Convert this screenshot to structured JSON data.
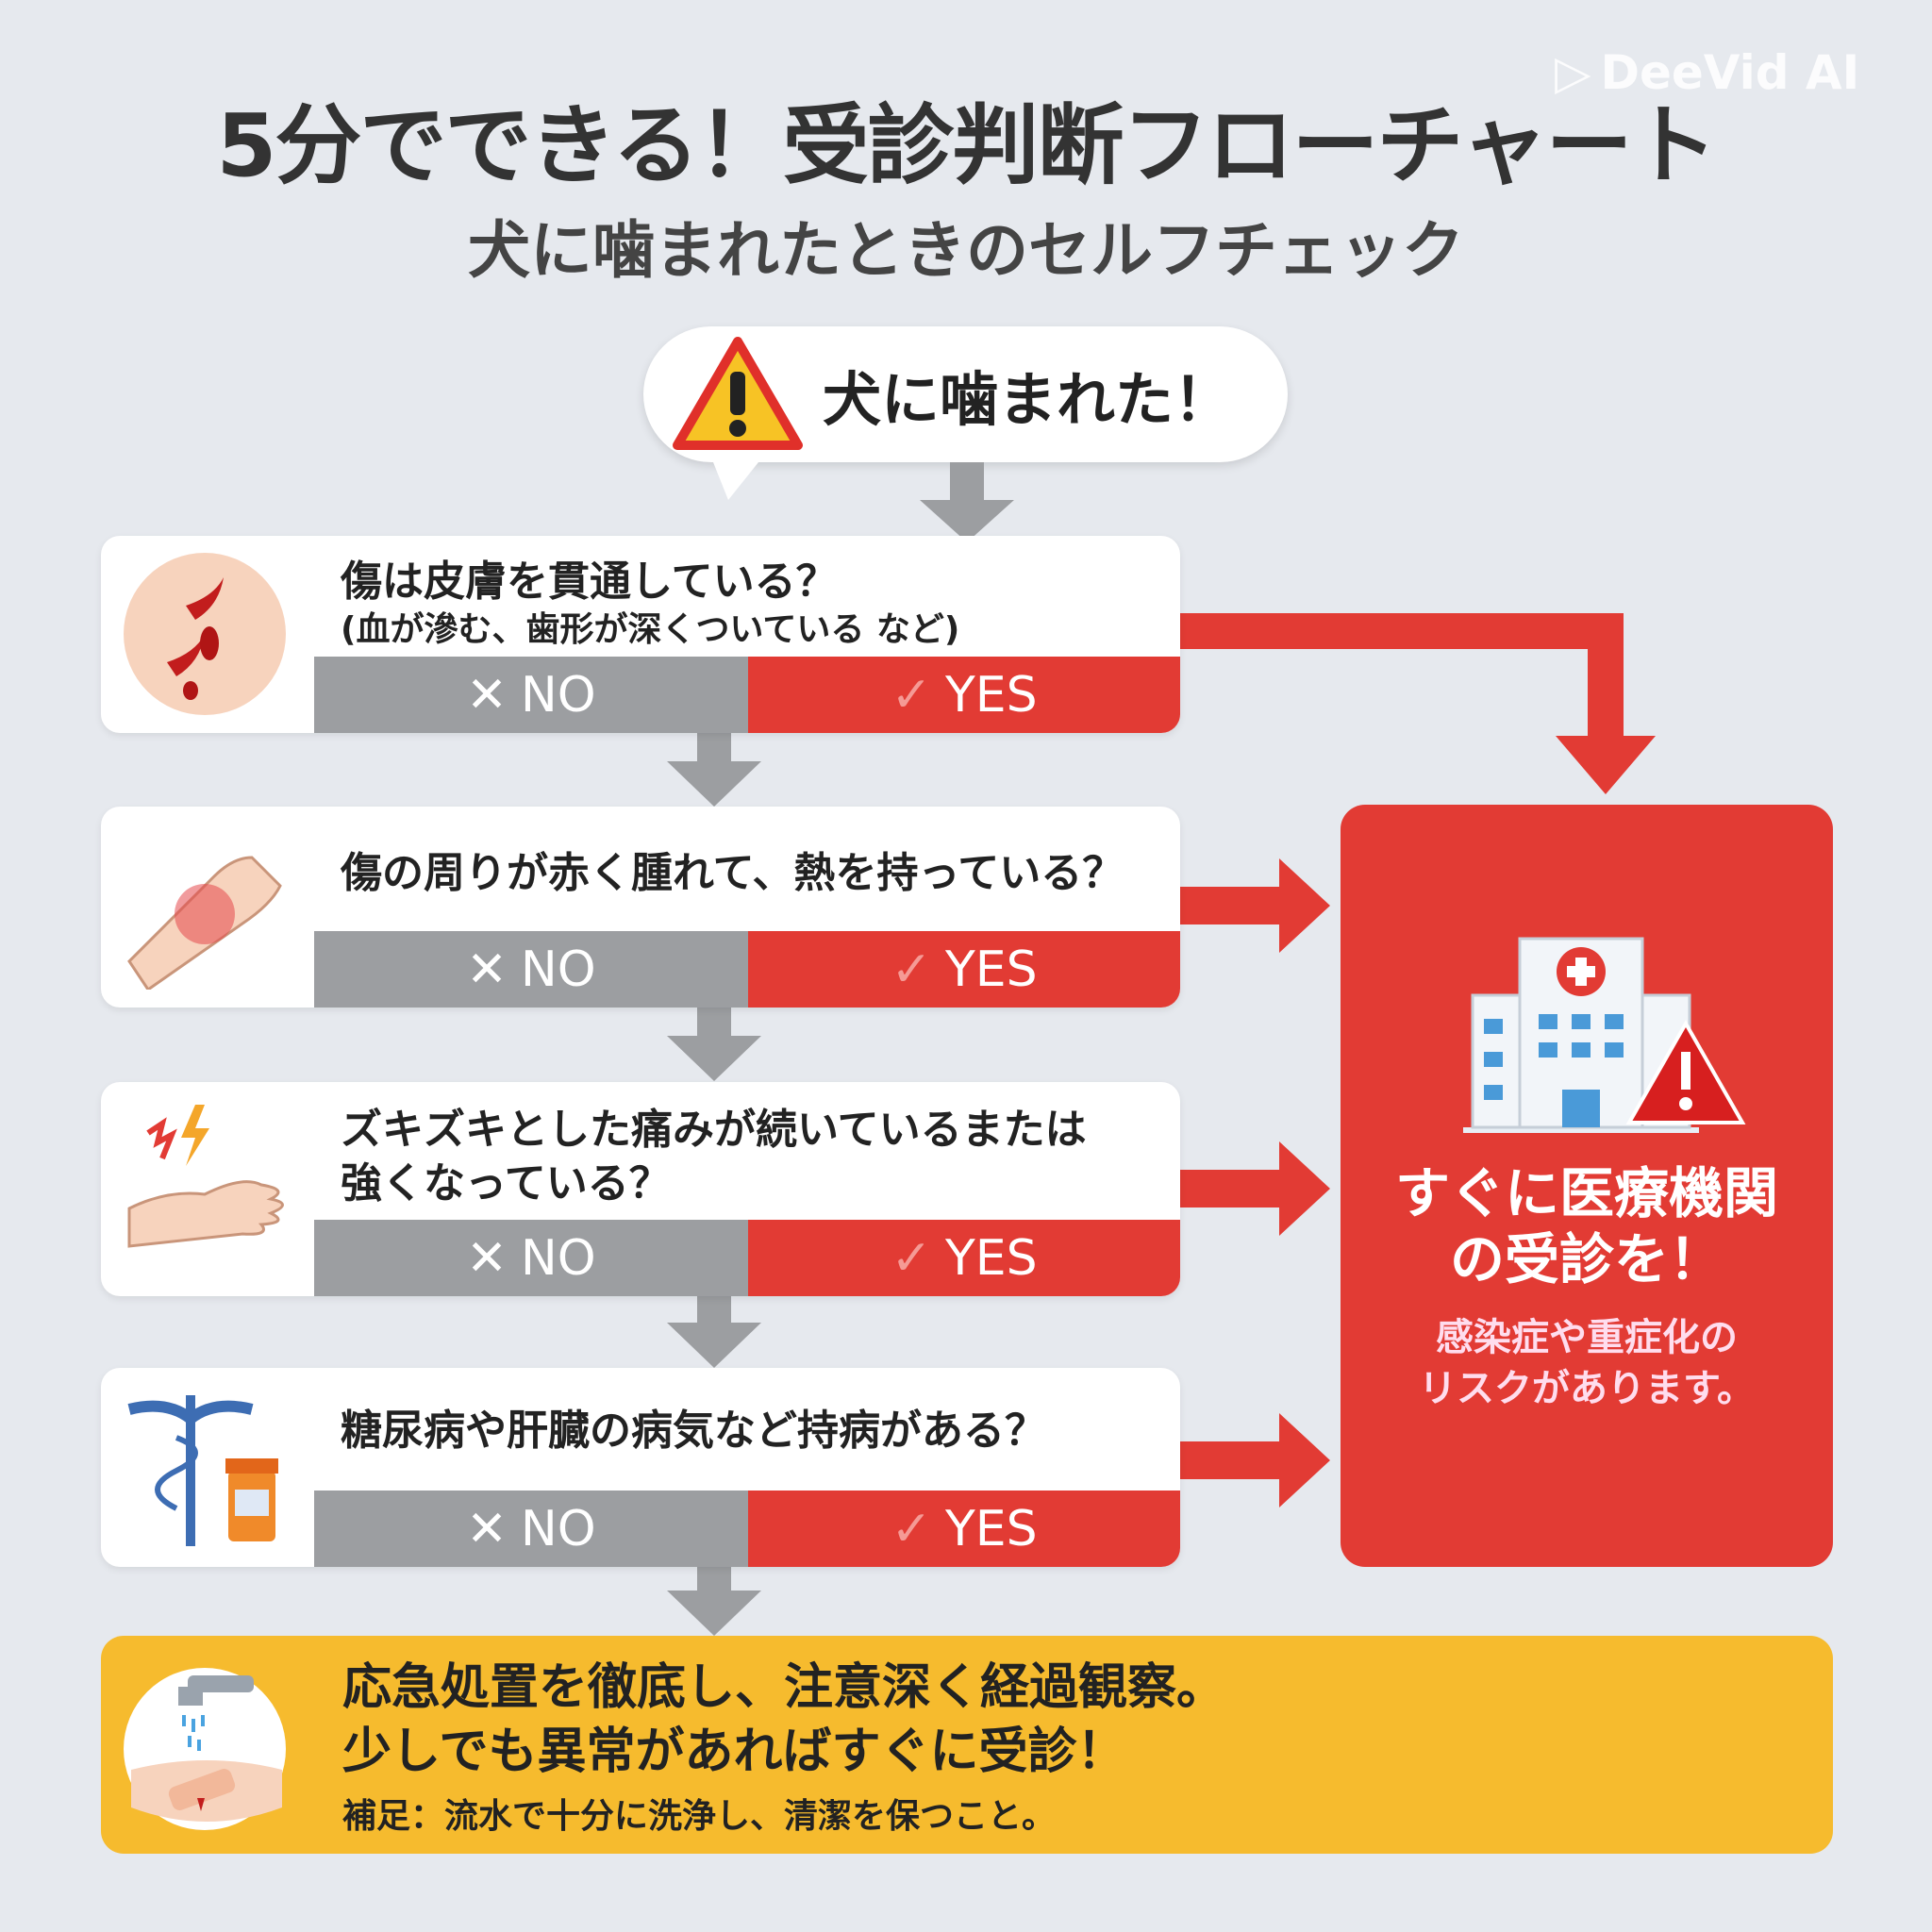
{
  "watermark": "DeeVid AI",
  "title": "5分でできる！受診判断フローチャート",
  "subtitle": "犬に噛まれたときのセルフチェック",
  "start": "犬に噛まれた！",
  "questions": [
    {
      "text": "傷は皮膚を貫通している？",
      "note": "(血が滲む、歯形が深くついている など)",
      "no": "NO",
      "yes": "YES"
    },
    {
      "text": "傷の周りが赤く腫れて、熱を持っている？",
      "no": "NO",
      "yes": "YES"
    },
    {
      "text": "ズキズキとした痛みが続いているまたは",
      "text2": "強くなっている？",
      "no": "NO",
      "yes": "YES"
    },
    {
      "text": "糖尿病や肝臓の病気など持病がある？",
      "no": "NO",
      "yes": "YES"
    }
  ],
  "result_yes": {
    "line1": "すぐに医療機関",
    "line2": "の受診を！",
    "sub1": "感染症や重症化の",
    "sub2": "リスクがあります。"
  },
  "result_no": {
    "line1": "応急処置を徹底し、注意深く経過観察。",
    "line2": "少しでも異常があればすぐに受診！",
    "note": "補足：流水で十分に洗浄し、清潔を保つこと。"
  },
  "colors": {
    "red": "#e23b34",
    "gray": "#9c9ea1",
    "yellow": "#f6bb2e",
    "bg": "#e6e9ee"
  }
}
